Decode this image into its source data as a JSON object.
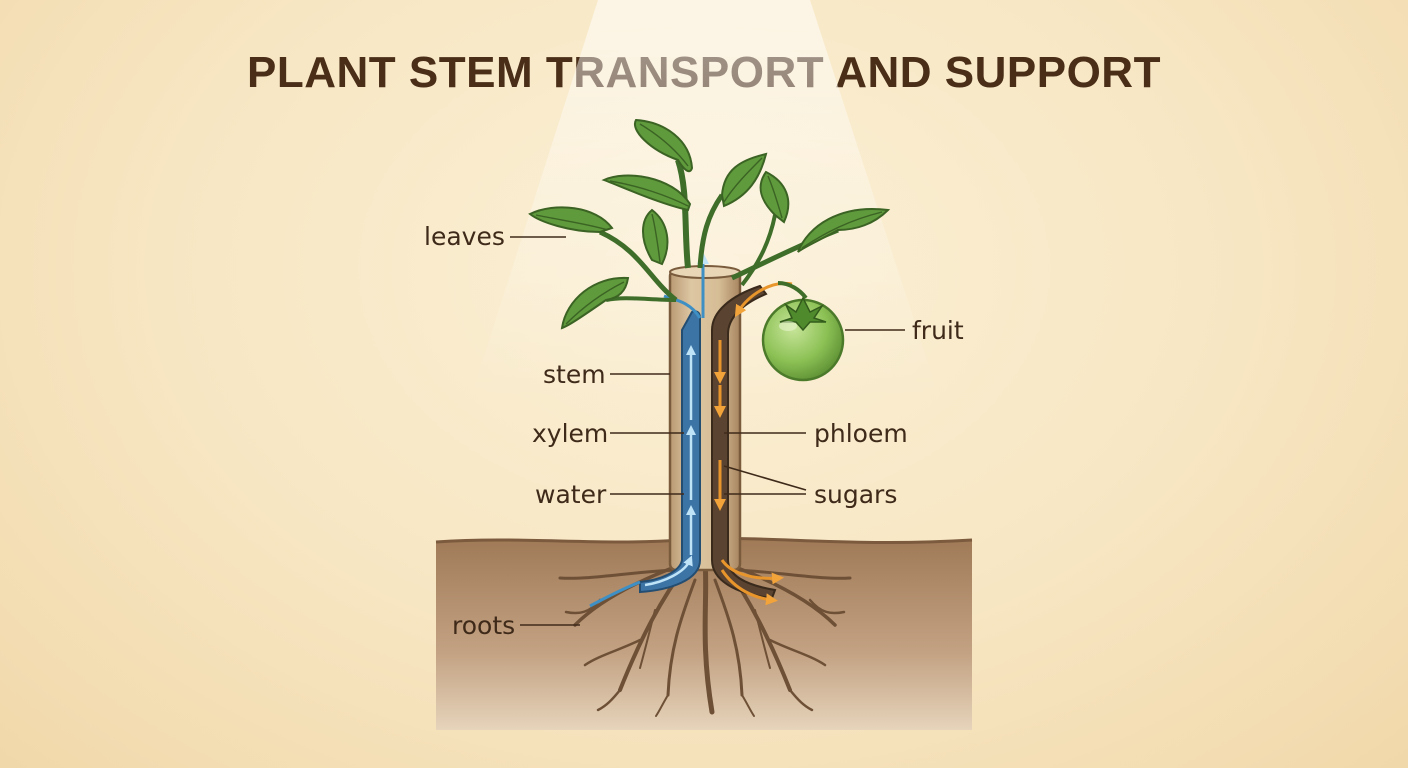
{
  "title": "PLANT STEM TRANSPORT AND SUPPORT",
  "labels": {
    "leaves": "leaves",
    "fruit": "fruit",
    "stem": "stem",
    "xylem": "xylem",
    "phloem": "phloem",
    "water": "water",
    "sugars": "sugars",
    "roots": "roots"
  },
  "colors": {
    "xylem": "#3d8fc4",
    "phloem": "#e8962c",
    "leaf": "#5f9a3c",
    "fruit": "#8cc155",
    "soil": "#a67f5c",
    "title": "#4a2e18"
  }
}
